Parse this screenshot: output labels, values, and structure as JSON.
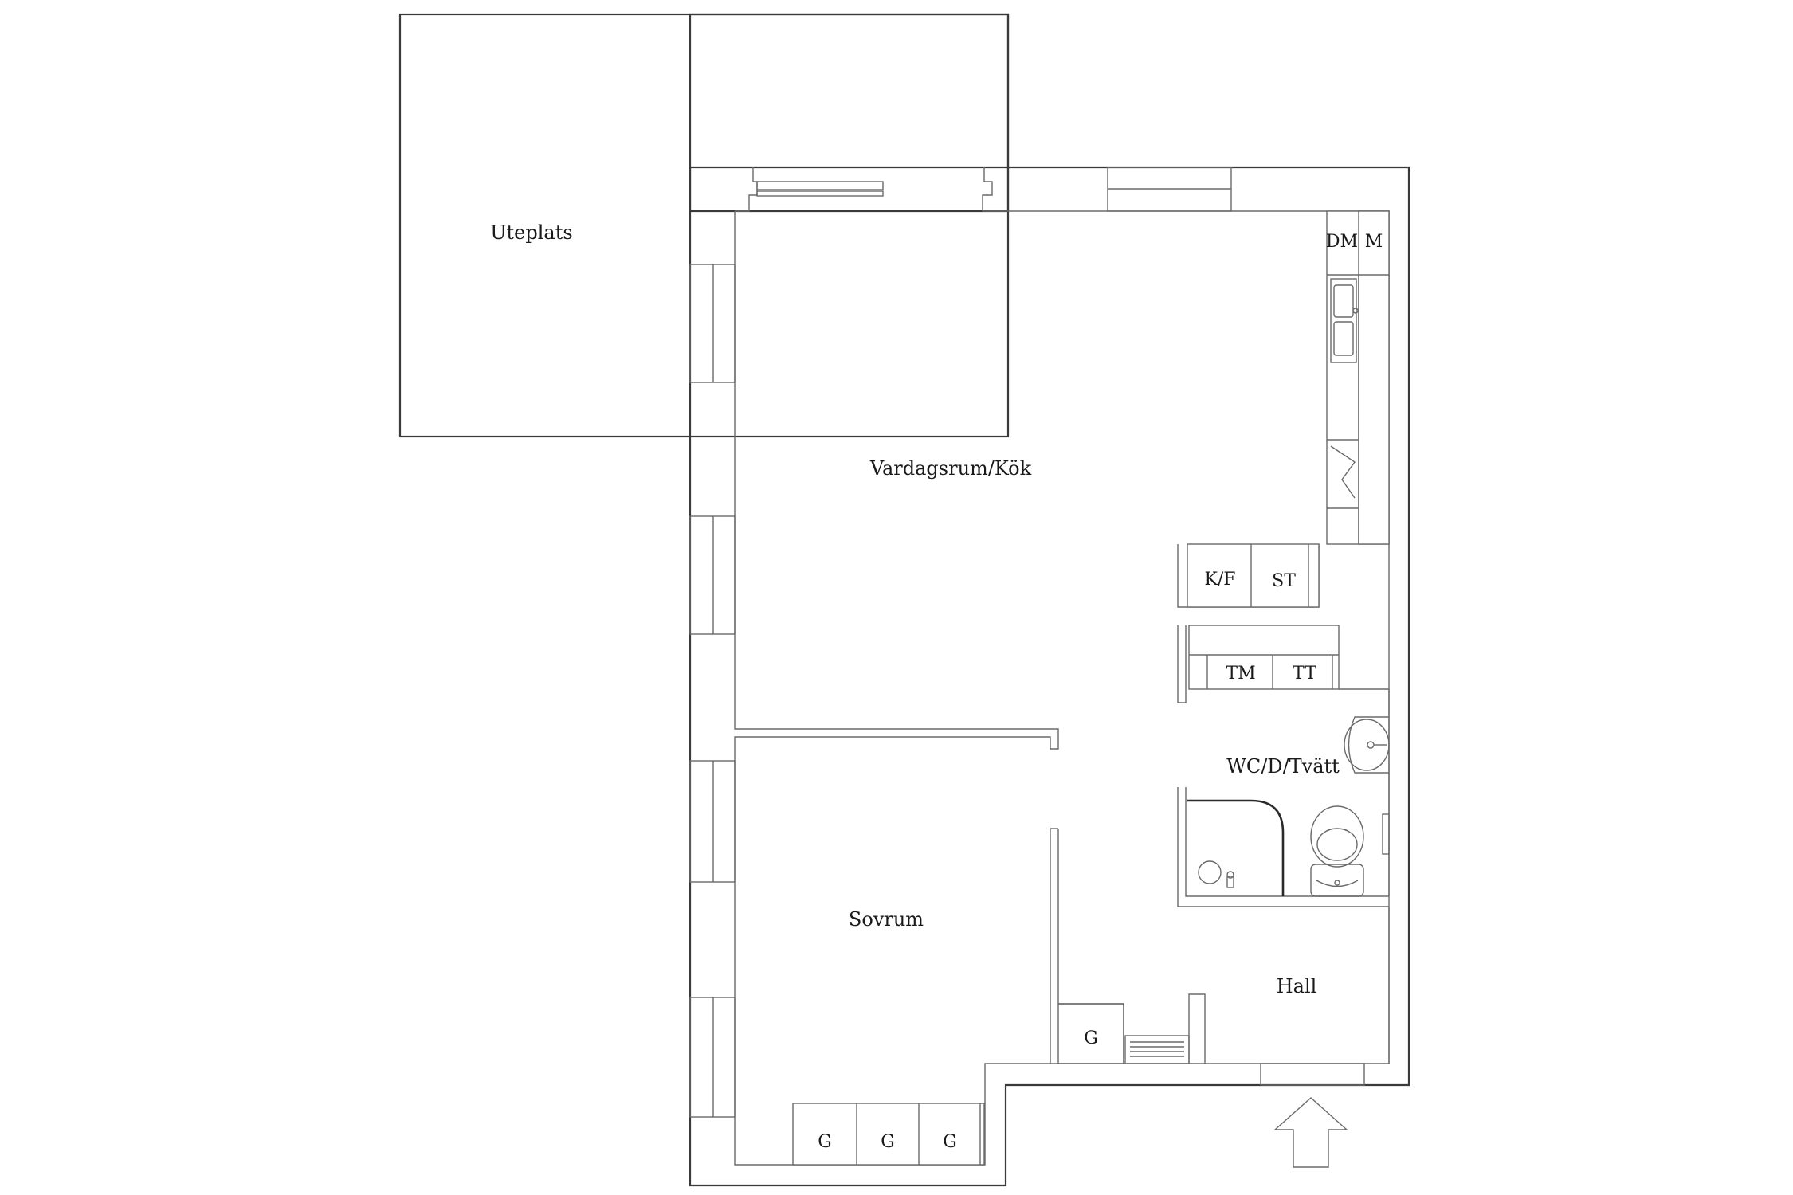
{
  "rooms": {
    "uteplats": "Uteplats",
    "vardagsrum_kok": "Vardagsrum/Kök",
    "sovrum": "Sovrum",
    "hall": "Hall",
    "wc": "WC/D/Tvätt"
  },
  "fixtures": {
    "dm": "DM",
    "m": "M",
    "kf": "K/F",
    "st": "ST",
    "tm": "TM",
    "tt": "TT",
    "g_hall": "G",
    "g_sov_1": "G",
    "g_sov_2": "G",
    "g_sov_3": "G"
  },
  "icons": {
    "entrance": "entrance-arrow-icon",
    "sink": "sink-icon",
    "toilet": "toilet-icon",
    "shower": "shower-icon",
    "stove": "stove-icon"
  },
  "colors": {
    "line": "#3a3a3a",
    "background": "#ffffff"
  }
}
